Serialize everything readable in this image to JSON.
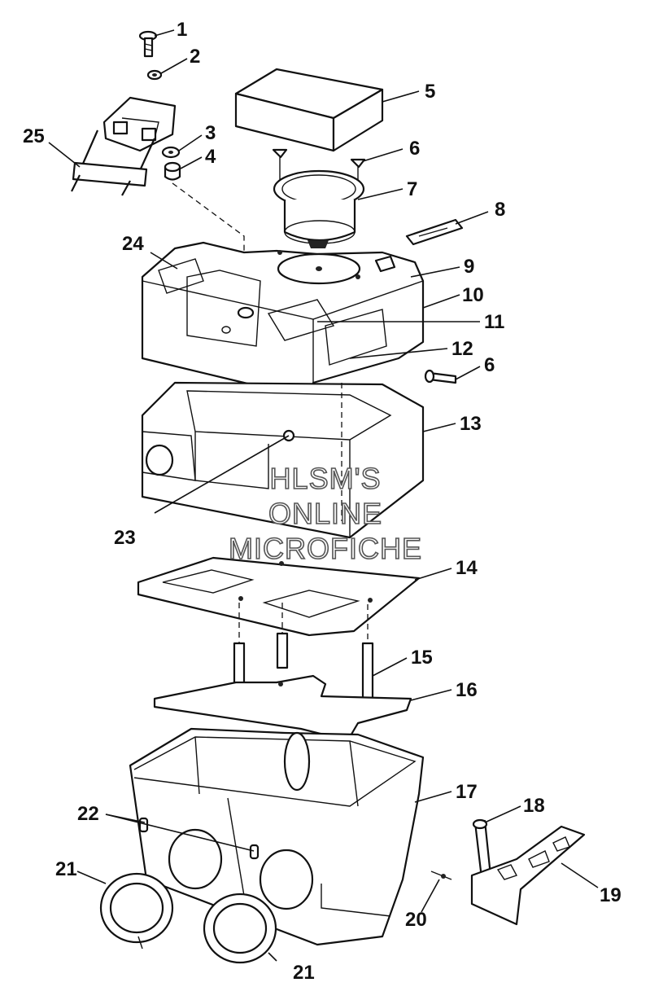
{
  "watermark": {
    "line1": "HLSM'S",
    "line2": "ONLINE",
    "line3": "MICROFICHE"
  },
  "callouts": {
    "c1": "1",
    "c2": "2",
    "c3": "3",
    "c4": "4",
    "c5": "5",
    "c6a": "6",
    "c6b": "6",
    "c7": "7",
    "c8": "8",
    "c9": "9",
    "c10": "10",
    "c11": "11",
    "c12": "12",
    "c13": "13",
    "c14": "14",
    "c15": "15",
    "c16": "16",
    "c17": "17",
    "c18": "18",
    "c19": "19",
    "c20": "20",
    "c21a": "21",
    "c21b": "21",
    "c22": "22",
    "c23": "23",
    "c24": "24",
    "c25": "25"
  }
}
